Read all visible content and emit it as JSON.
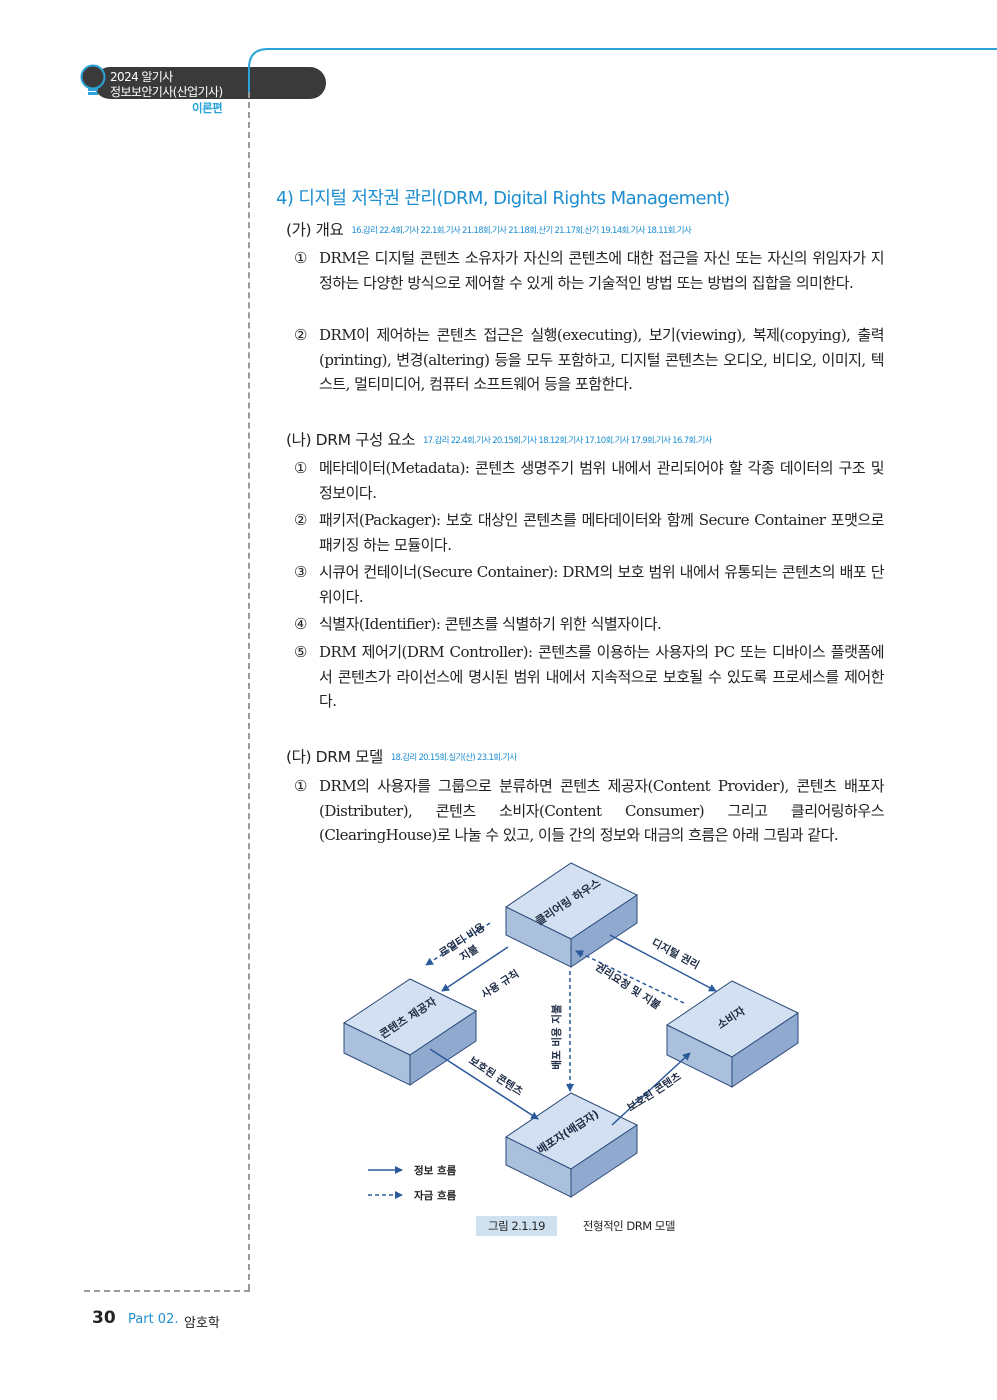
{
  "header": {
    "line1": "2024 알기사",
    "line2": "정보보안기사(산업기사)",
    "sub": "이론편"
  },
  "section": {
    "title": "4) 디지털 저작권 관리(DRM, Digital Rights Management)",
    "subsections": [
      {
        "label": "(가) 개요",
        "tags": "16.감리  22.4회.기사  22.1회.기사  21.18회.기사  21.18회.산기  21.17회.산기  19.14회.기사  18.11회.기사",
        "items": [
          {
            "num": "①",
            "text": "DRM은 디지털 콘텐츠 소유자가 자신의 콘텐츠에 대한 접근을 자신 또는 자신의 위임자가 지정하는 다양한 방식으로 제어할 수 있게 하는 기술적인 방법 또는 방법의 집합을 의미한다."
          },
          {
            "num": "②",
            "text": "DRM이 제어하는 콘텐츠 접근은 실행(executing), 보기(viewing), 복제(copying), 출력(printing), 변경(altering) 등을 모두 포함하고, 디지털 콘텐츠는 오디오, 비디오, 이미지, 텍스트, 멀티미디어, 컴퓨터 소프트웨어 등을 포함한다."
          }
        ]
      },
      {
        "label": "(나) DRM 구성 요소",
        "tags": "17.감리  22.4회.기사  20.15회.기사  18.12회.기사  17.10회.기사  17.9회.기사  16.7회.기사",
        "items": [
          {
            "num": "①",
            "text": "메타데이터(Metadata): 콘텐츠 생명주기 범위 내에서 관리되어야 할 각종 데이터의 구조 및 정보이다."
          },
          {
            "num": "②",
            "text": "패키저(Packager): 보호 대상인 콘텐츠를 메타데이터와 함께 Secure Container 포맷으로 패키징 하는 모듈이다."
          },
          {
            "num": "③",
            "text": "시큐어 컨테이너(Secure Container): DRM의 보호 범위 내에서 유통되는 콘텐츠의 배포 단위이다."
          },
          {
            "num": "④",
            "text": "식별자(Identifier): 콘텐츠를 식별하기 위한 식별자이다."
          },
          {
            "num": "⑤",
            "text": "DRM 제어기(DRM Controller): 콘텐츠를 이용하는 사용자의 PC 또는 디바이스 플랫폼에서 콘텐츠가 라이선스에 명시된 범위 내에서 지속적으로 보호될 수 있도록 프로세스를 제어한다."
          }
        ]
      },
      {
        "label": "(다) DRM 모델",
        "tags": "18.감리  20.15회.실기(산)  23.1회.기사",
        "items": [
          {
            "num": "①",
            "text": "DRM의 사용자를 그룹으로 분류하면 콘텐츠 제공자(Content Provider), 콘텐츠 배포자(Distributer), 콘텐츠 소비자(Content Consumer) 그리고 클리어링하우스(ClearingHouse)로 나눌 수 있고, 이들 간의 정보와 대금의 흐름은 아래 그림과 같다."
          }
        ]
      }
    ]
  },
  "diagram": {
    "boxes": {
      "clearing": "클리어링 하우스",
      "provider": "콘텐츠 제공자",
      "consumer": "소비자",
      "distributor": "배포자(배급자)"
    },
    "flows": {
      "royalty_l1": "로열티 비용",
      "royalty_l2": "지불",
      "usage_rules": "사용 규칙",
      "digital_rights": "디지털 권리",
      "rights_request": "권리요청 및 지불",
      "dist_fee": "배포 비용 지불",
      "protected1": "보호된 콘텐츠",
      "protected2": "보호된 콘텐츠"
    },
    "legend": {
      "info": "정보 흐름",
      "money": "자금 흐름"
    },
    "caption_num": "그림 2.1.19",
    "caption_text": "전형적인 DRM 모델"
  },
  "footer": {
    "page": "30",
    "part": "Part 02.",
    "part_name": "암호학"
  },
  "colors": {
    "accent": "#1d8ed0",
    "box_fill": "#c7d7ec",
    "box_side": "#9fb6d6"
  }
}
